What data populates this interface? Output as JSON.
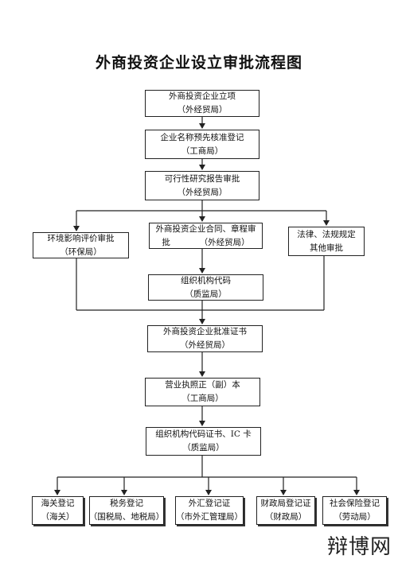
{
  "title": "外商投资企业设立审批流程图",
  "nodes": {
    "project": {
      "line1": "外商投资企业立项",
      "line2": "（外经贸局）"
    },
    "name_reg": {
      "line1": "企业名称预先核准登记",
      "line2": "（工商局）"
    },
    "feasibility": {
      "line1": "可行性研究报告审批",
      "line2": "（外经贸局）"
    },
    "eia": {
      "line1": "环境影响评价审批",
      "line2": "（环保局）"
    },
    "contract": {
      "line1": "外商投资企业合同、章程审",
      "line2": "批　　　　（外经贸局）"
    },
    "legal": {
      "line1": "法律、法规规定",
      "line2": "其他审批"
    },
    "org_code": {
      "line1": "组织机构代码",
      "line2": "（质监局）"
    },
    "certificate": {
      "line1": "外商投资企业批准证书",
      "line2": "（外经贸局）"
    },
    "license": {
      "line1": "营业执照正（副）本",
      "line2": "（工商局）"
    },
    "org_cert": {
      "line1": "组织机构代码证书、IC 卡",
      "line2": "（质监局）"
    },
    "customs": {
      "line1": "海关登记",
      "line2": "（海关）"
    },
    "tax": {
      "line1": "税务登记",
      "line2": "（国税局、地税局）"
    },
    "forex": {
      "line1": "外汇登记证",
      "line2": "（市外汇管理局）"
    },
    "finance": {
      "line1": "财政局登记证",
      "line2": "（财政局）"
    },
    "insurance": {
      "line1": "社会保险登记",
      "line2": "（劳动局）"
    }
  },
  "watermark": "辩博网"
}
